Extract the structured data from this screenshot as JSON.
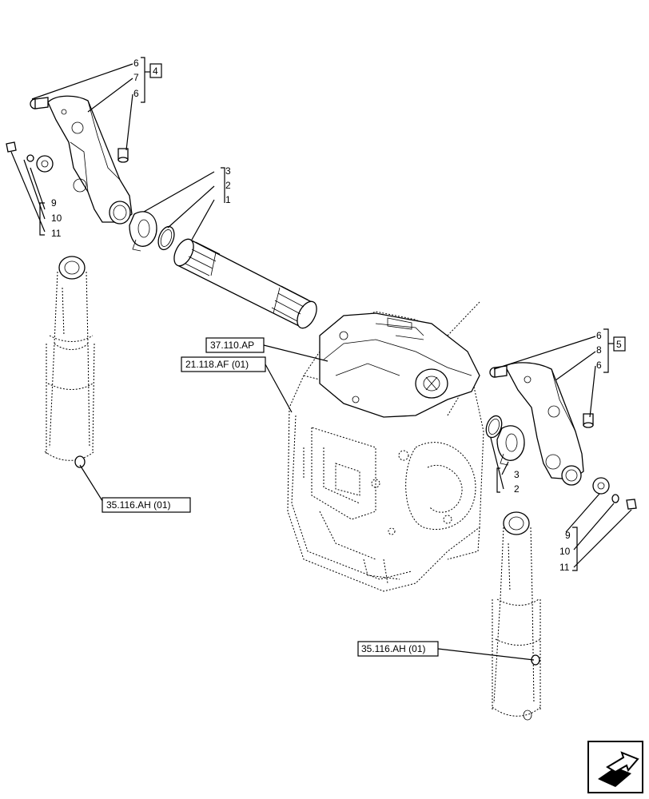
{
  "callouts": {
    "left": {
      "n6a": "6",
      "n7": "7",
      "n6b": "6",
      "group": "4",
      "n9": "9",
      "n10": "10",
      "n11": "11"
    },
    "center": {
      "n3": "3",
      "n2": "2",
      "n1": "1"
    },
    "right": {
      "n6a": "6",
      "n8": "8",
      "n6b": "6",
      "group": "5",
      "n3": "3",
      "n2": "2",
      "n9": "9",
      "n10": "10",
      "n11": "11"
    }
  },
  "references": {
    "housing": "37.110.AP",
    "transmission": "21.118.AF (01)",
    "cylinder_left": "35.116.AH (01)",
    "cylinder_right": "35.116.AH (01)"
  },
  "nav_icon": "forward-arrow-icon"
}
